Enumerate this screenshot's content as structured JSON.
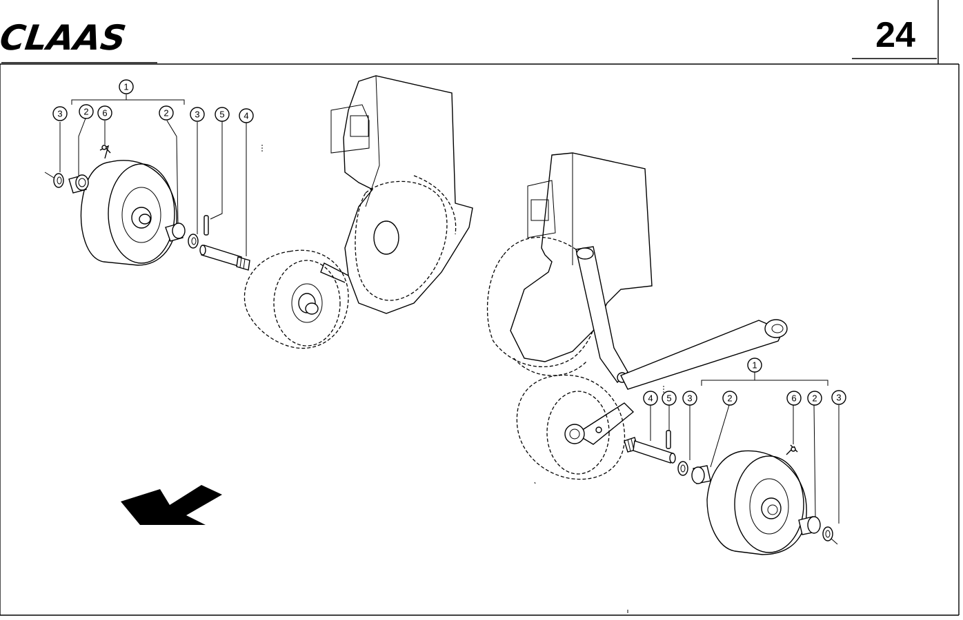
{
  "header": {
    "brand": "CLAAS",
    "page_number": "24"
  },
  "callouts": {
    "left": [
      "1",
      "3",
      "2",
      "6",
      "2",
      "3",
      "5",
      "4"
    ],
    "right": [
      "1",
      "4",
      "5",
      "3",
      "2",
      "6",
      "2",
      "3"
    ]
  },
  "icons": {
    "direction_arrow": "travel-direction-arrow-icon"
  }
}
